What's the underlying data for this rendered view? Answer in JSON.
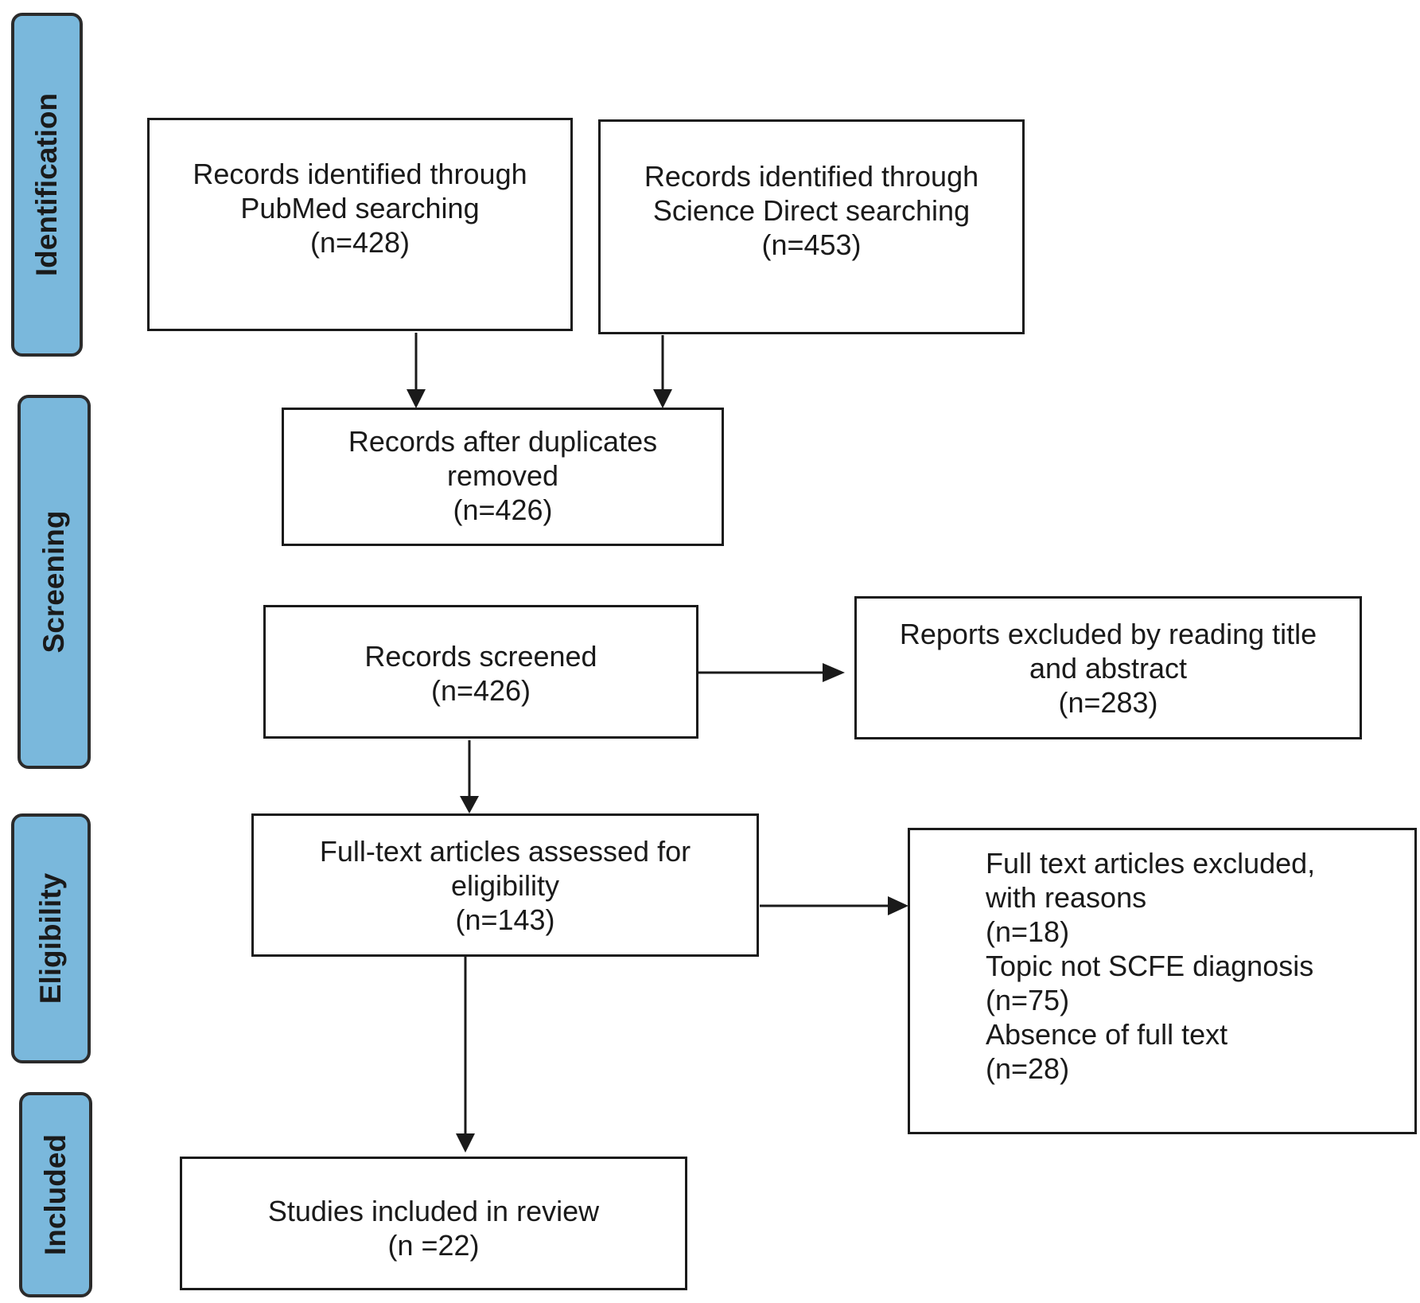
{
  "stages": {
    "identification": "Identification",
    "screening": "Screening",
    "eligibility": "Eligibility",
    "included": "Included"
  },
  "boxes": {
    "pubmed": "Records identified through\nPubMed searching\n(n=428)",
    "sciencedirect": "Records identified through\nScience Direct searching\n(n=453)",
    "dedup": "Records after duplicates\nremoved\n(n=426)",
    "screened": "Records screened\n(n=426)",
    "excluded_title": "Reports excluded by reading title\nand abstract\n(n=283)",
    "fulltext": "Full-text articles assessed for\neligibility\n(n=143)",
    "excluded_fulltext": "Full text articles excluded,\nwith reasons\n(n=18)\nTopic not SCFE diagnosis\n(n=75)\nAbsence of full text\n(n=28)",
    "included": "Studies included in review\n(n =22)"
  },
  "colors": {
    "stage_fill": "#7ab8dc",
    "stroke": "#1a1a1a"
  }
}
